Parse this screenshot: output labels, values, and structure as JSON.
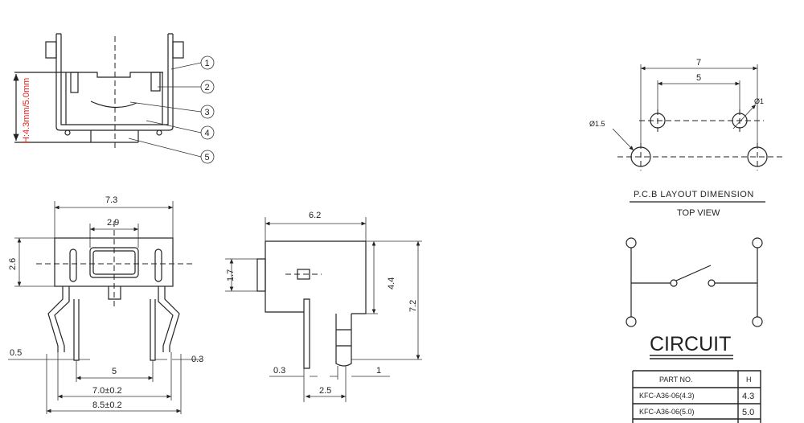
{
  "top_view": {
    "height_label": "H:4.3mm/5.0mm",
    "callouts": [
      "1",
      "2",
      "3",
      "4",
      "5"
    ],
    "label_color": "#e0201b"
  },
  "front_view": {
    "dims": {
      "width": "7.3",
      "button_width": "2.9",
      "height": "2.6",
      "pin_left": "0.5",
      "pin_right": "0.3",
      "pitch": "5",
      "span_inner": "7.0±0.2",
      "span_outer": "8.5±0.2"
    }
  },
  "side_view": {
    "dims": {
      "length": "6.2",
      "button_height": "1.7",
      "body_height": "4.4",
      "total_height": "7.2",
      "pin": "0.3",
      "terminal": "1",
      "pitch": "2.5"
    }
  },
  "pcb_layout": {
    "dims": {
      "outer": "7",
      "inner": "5",
      "small_hole": "Ø1",
      "large_hole": "Ø1.5"
    },
    "title": "P.C.B LAYOUT DIMENSION",
    "subtitle": "TOP VIEW"
  },
  "circuit": {
    "title": "CIRCUIT"
  },
  "parts_table": {
    "headers": [
      "PART NO.",
      "H"
    ],
    "rows": [
      [
        "KFC-A36-06(4.3)",
        "4.3"
      ],
      [
        "KFC-A36-06(5.0)",
        "5.0"
      ]
    ]
  }
}
